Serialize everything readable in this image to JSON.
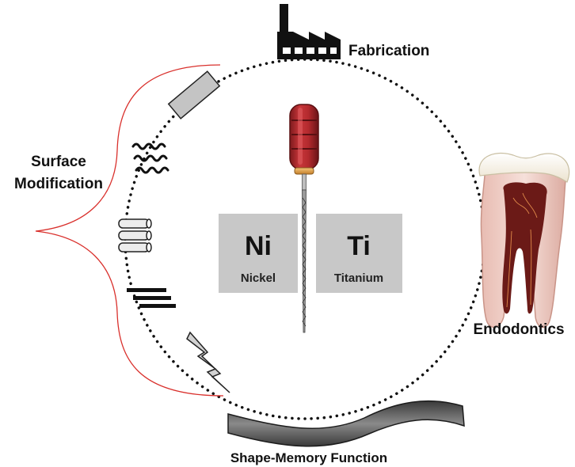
{
  "labels": {
    "fabrication": "Fabrication",
    "surface_modification_line1": "Surface",
    "surface_modification_line2": "Modification",
    "endodontics": "Endodontics",
    "shape_memory": "Shape-Memory Function"
  },
  "elements": [
    {
      "symbol": "Ni",
      "name": "Nickel"
    },
    {
      "symbol": "Ti",
      "name": "Titanium"
    }
  ],
  "icons": [
    "factory-icon",
    "endodontic-file-icon",
    "tooth-icon",
    "wave-strip-icon",
    "rectangle-strip-icon",
    "squiggle-lines-icon",
    "nanotube-cylinders-icon",
    "layer-lines-icon",
    "lightning-crack-icon"
  ],
  "colors": {
    "circle_dots": "#111111",
    "bracket": "#d9302c",
    "element_box": "#c8c8c8",
    "file_handle": "#b32a2e",
    "file_collar": "#e8a64a",
    "tooth_pulp": "#6b1a17"
  }
}
